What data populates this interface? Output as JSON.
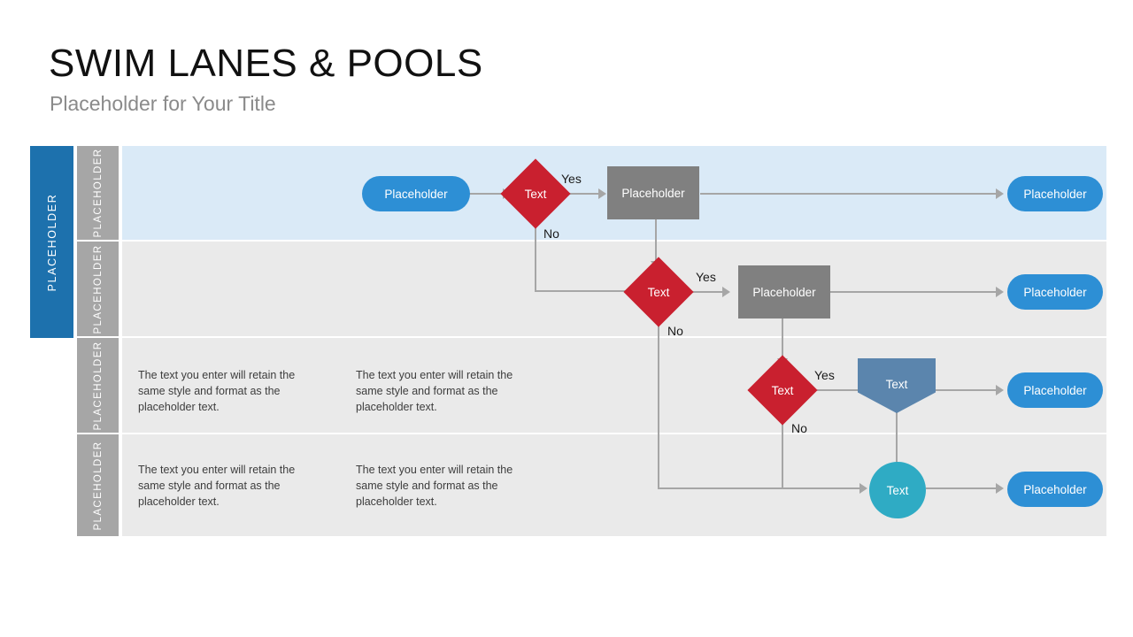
{
  "header": {
    "title": "SWIM LANES & POOLS",
    "subtitle": "Placeholder for Your Title"
  },
  "colors": {
    "pool_blue": "#1d71ad",
    "lane_header_gray": "#a6a6a6",
    "lane_blue_bg": "#daeaf7",
    "lane_gray_bg": "#eaeaea",
    "shape_blue": "#2d8fd5",
    "shape_gray": "#808080",
    "shape_red": "#c9202f",
    "shape_slate": "#5b85ad",
    "shape_teal": "#2fabc4",
    "connector": "#a6a6a6"
  },
  "pool": {
    "label": "PLACEHOLDER"
  },
  "lanes": [
    {
      "label": "PLACEHOLDER"
    },
    {
      "label": "PLACEHOLDER"
    },
    {
      "label": "PLACEHOLDER"
    },
    {
      "label": "PLACEHOLDER"
    }
  ],
  "body_text": {
    "paragraph": "The text you enter will retain the same style and format as the placeholder text."
  },
  "edge_labels": {
    "yes": "Yes",
    "no": "No"
  },
  "nodes": {
    "lane1": {
      "start": "Placeholder",
      "decision": "Text",
      "process": "Placeholder",
      "end": "Placeholder"
    },
    "lane2": {
      "decision": "Text",
      "process": "Placeholder",
      "end": "Placeholder"
    },
    "lane3": {
      "decision": "Text",
      "extract": "Text",
      "end": "Placeholder"
    },
    "lane4": {
      "circle": "Text",
      "end": "Placeholder"
    }
  }
}
